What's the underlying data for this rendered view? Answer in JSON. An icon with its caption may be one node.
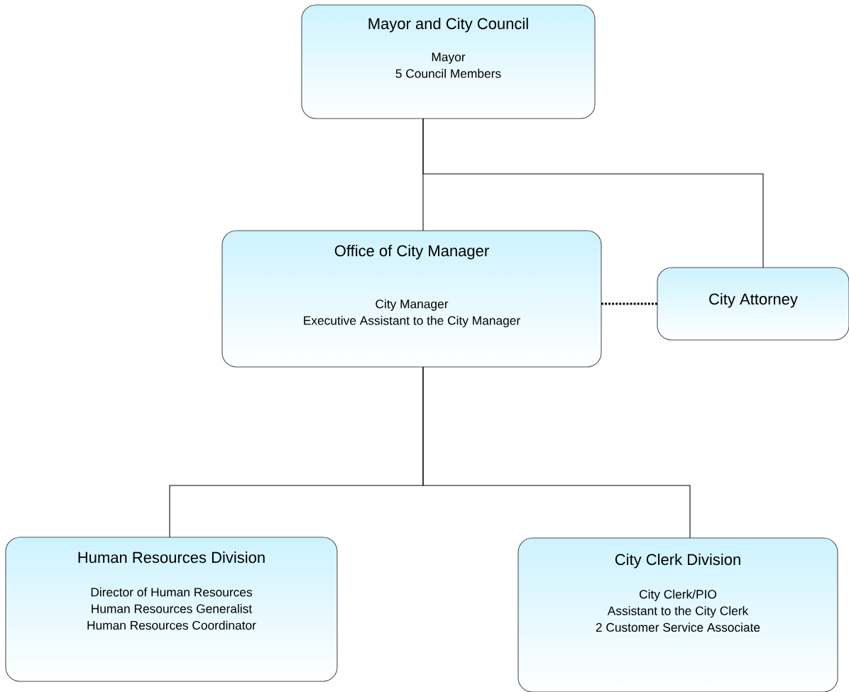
{
  "diagram": {
    "nodes": [
      {
        "text": [
          "Mayor and City Council",
          "Mayor",
          "5 Council Members"
        ]
      },
      {
        "text": [
          "Office of City Manager",
          "City Manager",
          "Executive Assistant to the City Manager"
        ]
      },
      {
        "text": [
          "City Attorney"
        ]
      },
      {
        "text": [
          "Human Resources Division",
          "Director of Human Resources",
          "Human Resources Generalist",
          "Human Resources Coordinator"
        ]
      },
      {
        "text": [
          "City Clerk Division",
          "City Clerk/PIO",
          "Assistant to the City Clerk",
          "2 Customer Service Associate"
        ]
      }
    ],
    "edges": [
      {
        "from": 0,
        "to": 1,
        "arrow": "none"
      },
      {
        "from": 0,
        "to": 2,
        "arrow": "none"
      },
      {
        "from": 1,
        "to": 2,
        "arrow": "none",
        "style": "dashed"
      },
      {
        "from": 1,
        "to": 3,
        "arrow": "none"
      },
      {
        "from": 1,
        "to": 4,
        "arrow": "none"
      }
    ]
  }
}
